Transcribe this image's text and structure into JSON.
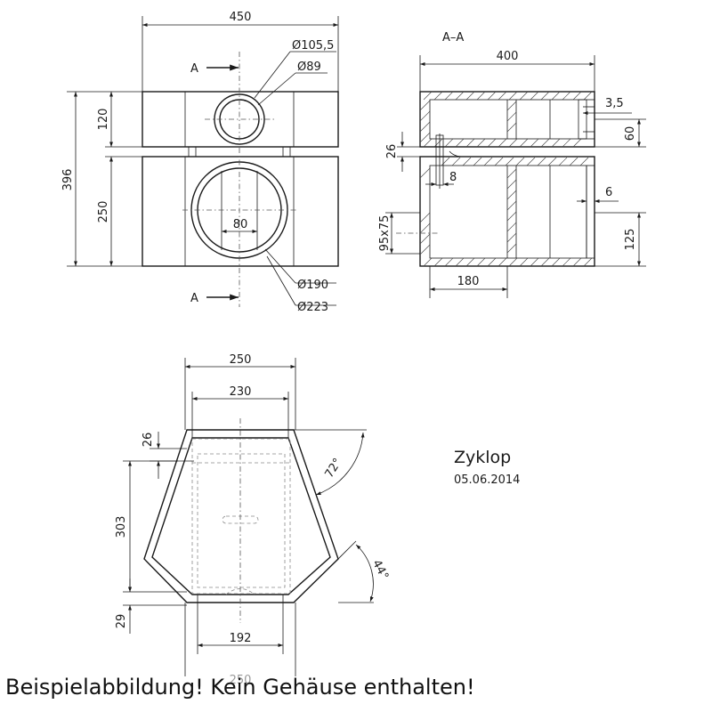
{
  "front_view": {
    "width": "450",
    "small_diam_outer": "Ø105,5",
    "small_diam_inner": "Ø89",
    "upper_height": "120",
    "lower_height": "250",
    "total_height": "396",
    "center_width": "80",
    "large_diam_inner": "Ø190",
    "large_diam_outer": "Ø223",
    "section_marker": "A"
  },
  "section_view": {
    "title": "A–A",
    "depth": "400",
    "wall": "3,5",
    "upper_h": "60",
    "gap": "26",
    "pipe_w": "8",
    "lower_wall": "6",
    "opening": "95x75",
    "lower_h": "125",
    "partition": "180"
  },
  "top_view": {
    "outer_top": "250",
    "inner_top": "230",
    "top_bevel": "26",
    "side_height": "303",
    "bottom_bevel": "29",
    "bottom_width": "192",
    "bottom_total": "250",
    "angle_upper": "72°",
    "angle_lower": "44°"
  },
  "title_block": {
    "name": "Zyklop",
    "date": "05.06.2014"
  },
  "caption": "Beispielabbildung! Kein Gehäuse enthalten!"
}
